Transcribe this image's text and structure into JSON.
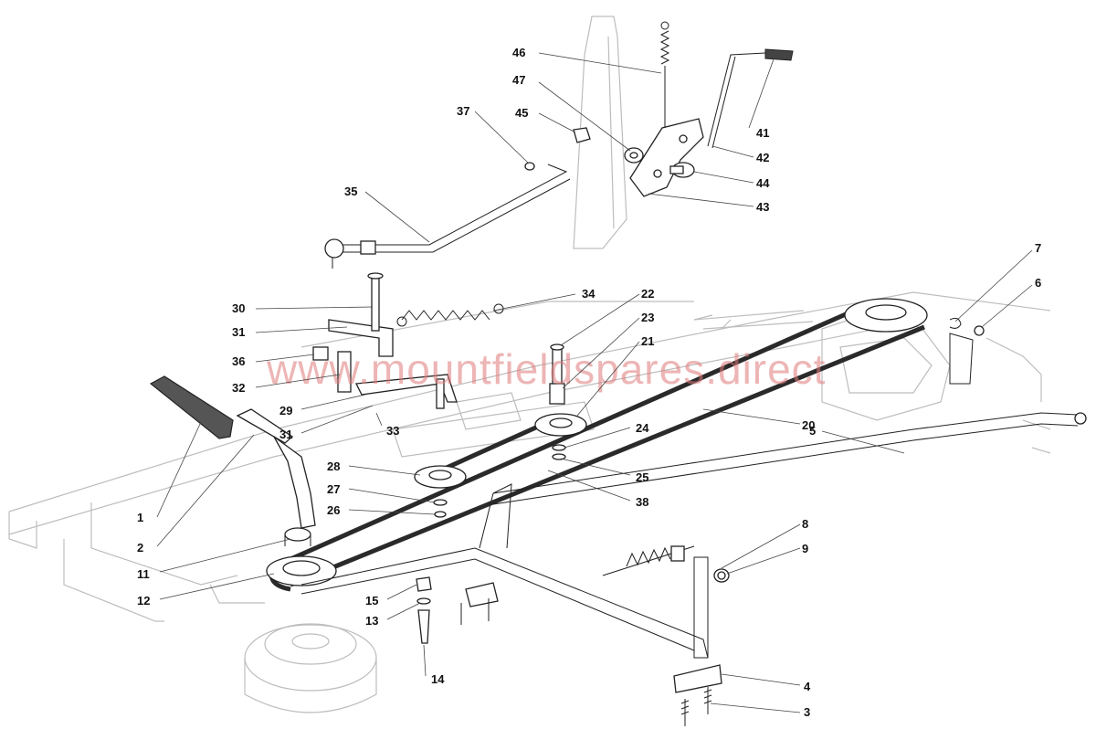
{
  "diagram": {
    "watermark": "www.mountfieldspares.direct",
    "callouts": [
      {
        "id": "c1",
        "label": "1"
      },
      {
        "id": "c2",
        "label": "2"
      },
      {
        "id": "c3",
        "label": "3"
      },
      {
        "id": "c4",
        "label": "4"
      },
      {
        "id": "c5",
        "label": "5"
      },
      {
        "id": "c6",
        "label": "6"
      },
      {
        "id": "c7",
        "label": "7"
      },
      {
        "id": "c8",
        "label": "8"
      },
      {
        "id": "c9",
        "label": "9"
      },
      {
        "id": "c11",
        "label": "11"
      },
      {
        "id": "c12",
        "label": "12"
      },
      {
        "id": "c13",
        "label": "13"
      },
      {
        "id": "c14",
        "label": "14"
      },
      {
        "id": "c15",
        "label": "15"
      },
      {
        "id": "c20",
        "label": "20"
      },
      {
        "id": "c21",
        "label": "21"
      },
      {
        "id": "c22",
        "label": "22"
      },
      {
        "id": "c23",
        "label": "23"
      },
      {
        "id": "c24",
        "label": "24"
      },
      {
        "id": "c25",
        "label": "25"
      },
      {
        "id": "c26",
        "label": "26"
      },
      {
        "id": "c27",
        "label": "27"
      },
      {
        "id": "c28",
        "label": "28"
      },
      {
        "id": "c29",
        "label": "29"
      },
      {
        "id": "c30",
        "label": "30"
      },
      {
        "id": "c31a",
        "label": "31"
      },
      {
        "id": "c31b",
        "label": "31"
      },
      {
        "id": "c32",
        "label": "32"
      },
      {
        "id": "c33",
        "label": "33"
      },
      {
        "id": "c34",
        "label": "34"
      },
      {
        "id": "c35",
        "label": "35"
      },
      {
        "id": "c36",
        "label": "36"
      },
      {
        "id": "c37",
        "label": "37"
      },
      {
        "id": "c38",
        "label": "38"
      },
      {
        "id": "c41",
        "label": "41"
      },
      {
        "id": "c42",
        "label": "42"
      },
      {
        "id": "c43",
        "label": "43"
      },
      {
        "id": "c44",
        "label": "44"
      },
      {
        "id": "c45",
        "label": "45"
      },
      {
        "id": "c46",
        "label": "46"
      },
      {
        "id": "c47",
        "label": "47"
      }
    ]
  }
}
